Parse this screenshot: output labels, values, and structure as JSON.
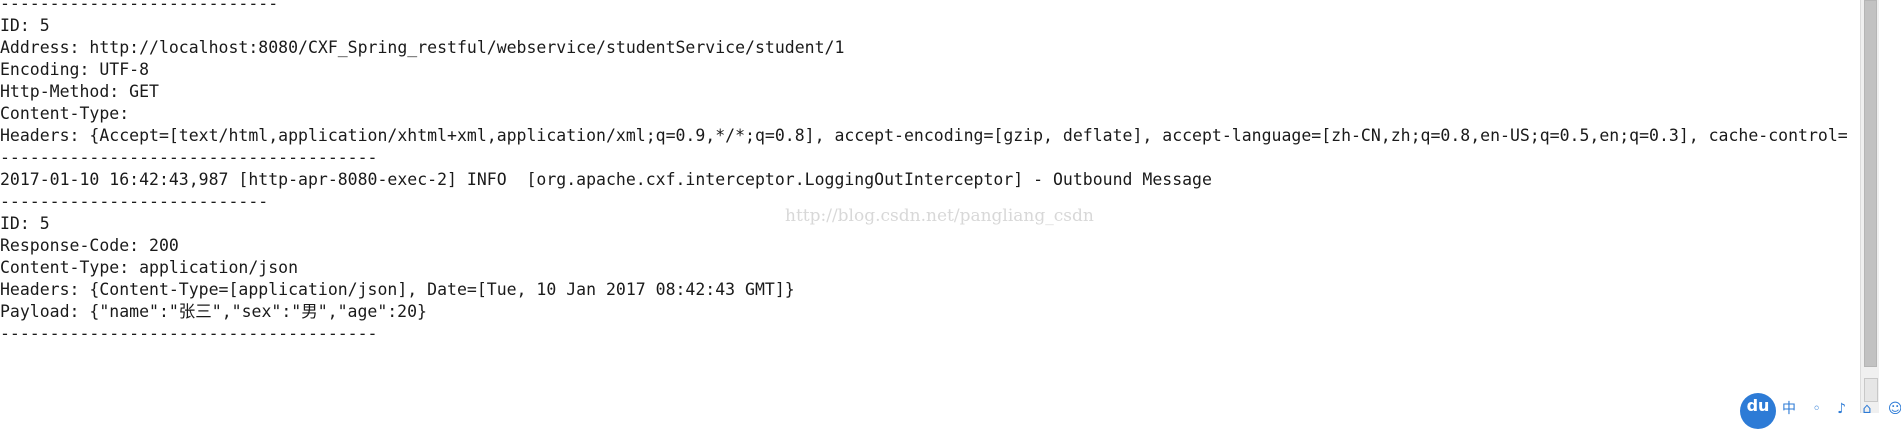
{
  "console": {
    "lines": [
      "----------------------------",
      "ID: 5",
      "Address: http://localhost:8080/CXF_Spring_restful/webservice/studentService/student/1",
      "Encoding: UTF-8",
      "Http-Method: GET",
      "Content-Type:",
      "Headers: {Accept=[text/html,application/xhtml+xml,application/xml;q=0.9,*/*;q=0.8], accept-encoding=[gzip, deflate], accept-language=[zh-CN,zh;q=0.8,en-US;q=0.5,en;q=0.3], cache-control=",
      "--------------------------------------",
      "2017-01-10 16:42:43,987 [http-apr-8080-exec-2] INFO  [org.apache.cxf.interceptor.LoggingOutInterceptor] - Outbound Message",
      "---------------------------",
      "ID: 5",
      "Response-Code: 200",
      "Content-Type: application/json",
      "Headers: {Content-Type=[application/json], Date=[Tue, 10 Jan 2017 08:42:43 GMT]}",
      "Payload: {\"name\":\"张三\",\"sex\":\"男\",\"age\":20}",
      "--------------------------------------"
    ]
  },
  "watermark": "http://blog.csdn.net/pangliang_csdn",
  "tray": {
    "logo_text": "du",
    "icons_text": "中 ◦ ♪ ⌂ ☺ 田"
  }
}
